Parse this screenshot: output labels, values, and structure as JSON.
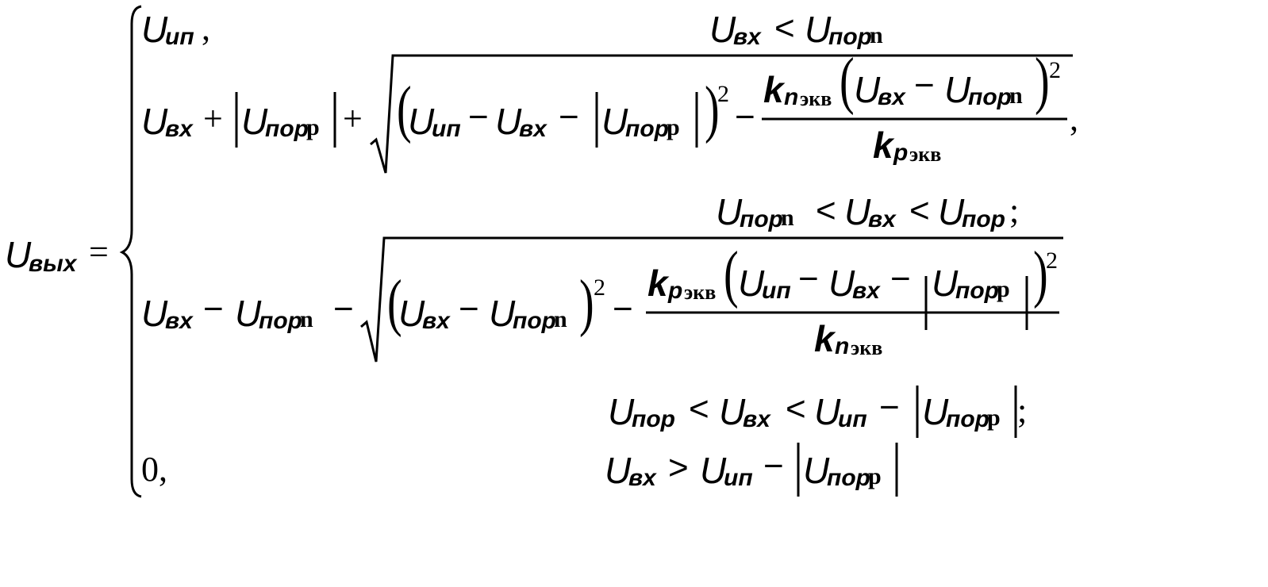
{
  "formula": {
    "U": "U",
    "k": "k",
    "sub": {
      "vyh": "вых",
      "vh": "вх",
      "ip": "ип",
      "por": "пор",
      "n": "n",
      "p": "p",
      "ekv": "экв",
      "n_it": "n",
      "p_it": "p"
    },
    "ops": {
      "eq": "=",
      "lt": "<",
      "gt": ">",
      "plus": "+",
      "minus": "−",
      "comma": ",",
      "semicolon": ";",
      "two": "2",
      "zero": "0,"
    }
  }
}
